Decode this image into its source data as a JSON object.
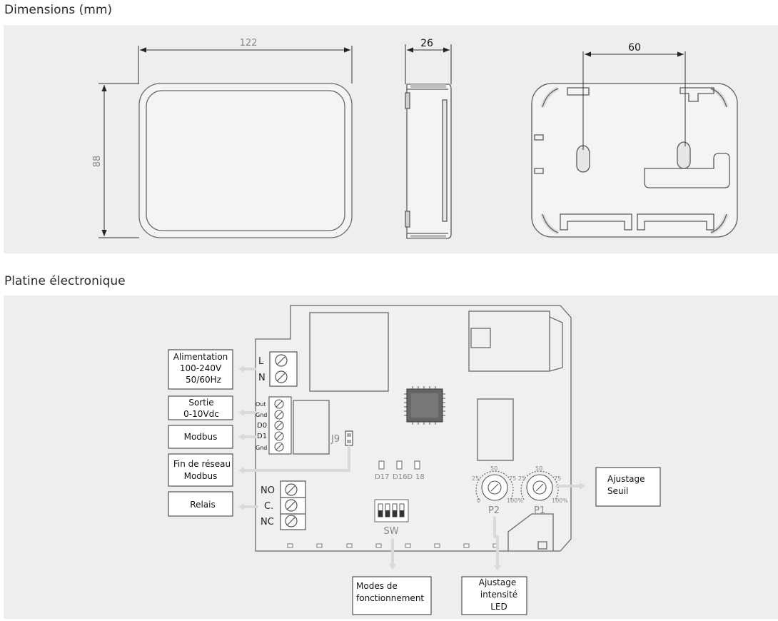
{
  "sections": {
    "dimensions_title": "Dimensions (mm)",
    "board_title": "Platine électronique"
  },
  "dimensions": {
    "width": "122",
    "height": "88",
    "depth": "26",
    "mount_spacing": "60"
  },
  "board": {
    "terminals_power": [
      "L",
      "N"
    ],
    "terminals_io": [
      "Out",
      "Gnd",
      "D0",
      "D1",
      "Gnd"
    ],
    "terminals_relay": [
      "NO",
      "C.",
      "NC"
    ],
    "jumper": "J9",
    "leds": [
      "D17",
      "D16D",
      "18"
    ],
    "switch": "SW",
    "pot_scale": [
      "25",
      "50",
      "75",
      "0",
      "100%"
    ],
    "pot_p2": "P2",
    "pot_p1": "P1"
  },
  "callouts": {
    "power": [
      "Alimentation",
      "100-240V",
      "50/60Hz"
    ],
    "output": [
      "Sortie",
      "0-10Vdc"
    ],
    "modbus": "Modbus",
    "end_of_line": [
      "Fin de réseau",
      "Modbus"
    ],
    "relay": "Relais",
    "threshold": [
      "Ajustage",
      "Seuil"
    ],
    "modes": [
      "Modes de",
      "fonctionnement"
    ],
    "led_intensity": [
      "Ajustage",
      "intensité",
      "LED"
    ]
  },
  "colors": {
    "panel_bg": "#eeeeee",
    "line": "#5a5a5a",
    "dim_line": "#3a3a3a",
    "arrow_light": "#dcdcdc"
  }
}
